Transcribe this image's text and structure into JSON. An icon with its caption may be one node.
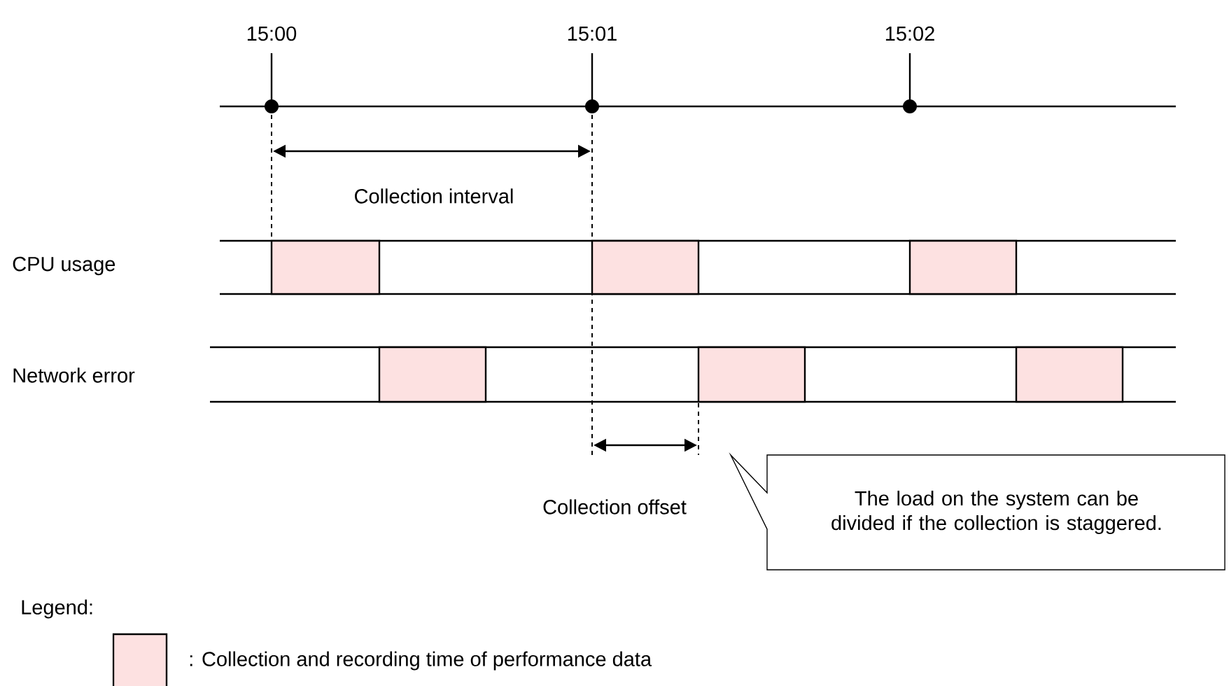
{
  "diagram": {
    "nodes": [
      {
        "text": [
          "The load on the system can be divided if the collection is staggered."
        ]
      },
      {
        "text": [],
        "shape": "box"
      },
      {
        "text": [],
        "shape": "box"
      },
      {
        "text": [],
        "shape": "box"
      },
      {
        "text": [],
        "shape": "box"
      },
      {
        "text": [],
        "shape": "box"
      },
      {
        "text": [],
        "shape": "box"
      }
    ],
    "labels": [
      "15:00",
      "15:01",
      "15:02",
      "Collection interval",
      "CPU usage",
      "Network error",
      "Collection offset",
      "Legend:"
    ],
    "legend": [
      {
        "text": ": Collection and recording time of performance data",
        "color": "#fde1e1"
      }
    ]
  }
}
